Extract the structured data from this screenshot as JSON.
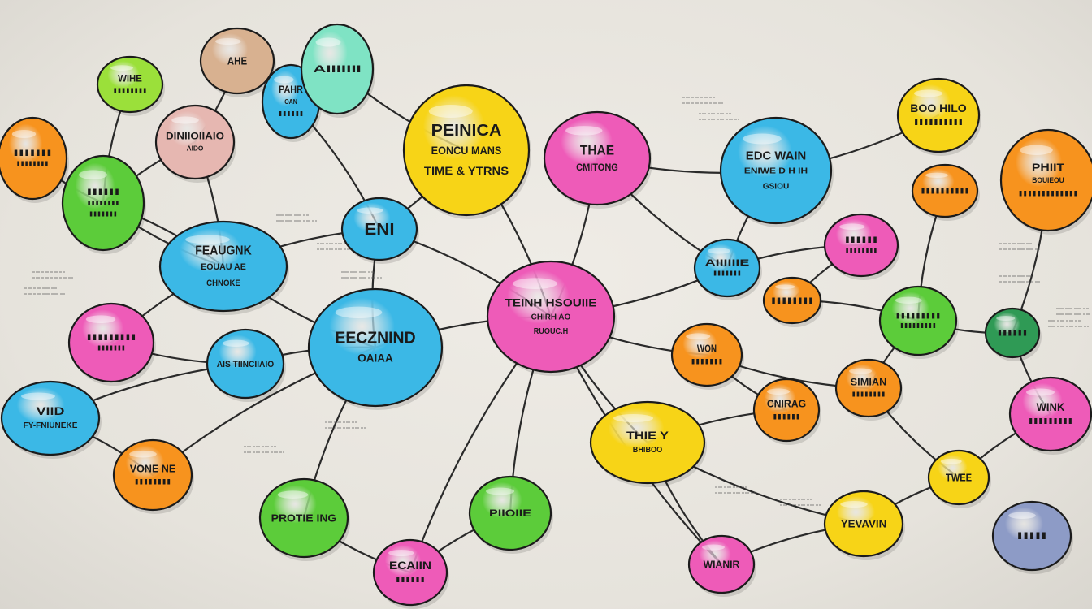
{
  "title": "Mind map",
  "palette": {
    "yellow": "#f7d417",
    "pink": "#ee5bb8",
    "blue": "#3bb8e6",
    "orange": "#f7931e",
    "green": "#5ccc3a",
    "lime": "#9be03a",
    "tan": "#d8b190",
    "teal": "#7fe3c4",
    "rose": "#e6b7b1",
    "darkgreen": "#2f9a55",
    "slate": "#8d9bc6"
  },
  "nodes": [
    {
      "color": "lime",
      "lines": [
        "WIHE",
        "IIIIIIII"
      ]
    },
    {
      "color": "tan",
      "lines": [
        "AHE"
      ]
    },
    {
      "color": "blue",
      "lines": [
        "PAHR",
        "OAN",
        "IIIIII"
      ]
    },
    {
      "color": "teal",
      "lines": [
        "AIIIIIII"
      ]
    },
    {
      "color": "rose",
      "lines": [
        "DINIIOIIAIO",
        "AIDO"
      ]
    },
    {
      "color": "orange",
      "lines": [
        "IIIIIII",
        "IIIIIIII"
      ]
    },
    {
      "color": "green",
      "lines": [
        "IIIIII",
        "IIIIIIII",
        "IIIIIII"
      ]
    },
    {
      "color": "yellow",
      "lines": [
        "PEINICA",
        "EONCU MANS",
        "TIME & YTRNS"
      ]
    },
    {
      "color": "pink",
      "lines": [
        "THAE",
        "CMITONG"
      ]
    },
    {
      "color": "blue",
      "lines": [
        "ENI"
      ]
    },
    {
      "color": "blue",
      "lines": [
        "FEAUGNK",
        "EOUAU AE",
        "CHNOKE"
      ]
    },
    {
      "color": "blue",
      "lines": [
        "EDC WAIN",
        "ENIWE D H IH",
        "GSIOU"
      ]
    },
    {
      "color": "yellow",
      "lines": [
        "BOO HILO",
        "IIIIIIIIII"
      ]
    },
    {
      "color": "orange",
      "lines": [
        "PHIIT",
        "BOUIEOU",
        "IIIIIIIIIIIII"
      ]
    },
    {
      "color": "orange",
      "lines": [
        "IIIIIIIIII"
      ]
    },
    {
      "color": "pink",
      "lines": [
        "IIIIII",
        "IIIIIIII"
      ]
    },
    {
      "color": "blue",
      "lines": [
        "AIIIIIIE",
        "IIIIIII"
      ]
    },
    {
      "color": "pink",
      "lines": [
        "TEINH HSOUIIE",
        "CHIRH AO",
        "RUOUC.H"
      ]
    },
    {
      "color": "blue",
      "lines": [
        "EECZNIND",
        "OAIAA"
      ]
    },
    {
      "color": "pink",
      "lines": [
        "IIIIIIIII",
        "IIIIIII"
      ]
    },
    {
      "color": "blue",
      "lines": [
        "AIS TIINCIIAIO"
      ]
    },
    {
      "color": "orange",
      "lines": [
        "IIIIIIII"
      ]
    },
    {
      "color": "green",
      "lines": [
        "IIIIIIIII",
        "IIIIIIIII"
      ]
    },
    {
      "color": "darkgreen",
      "lines": [
        "IIIIII"
      ]
    },
    {
      "color": "orange",
      "lines": [
        "WON",
        "IIIIIII"
      ]
    },
    {
      "color": "blue",
      "lines": [
        "VIID",
        "FY-FNIUNEKE"
      ]
    },
    {
      "color": "yellow",
      "lines": [
        "THIE Y",
        "BHIBOO"
      ]
    },
    {
      "color": "orange",
      "lines": [
        "CNIRAG",
        "IIIIII"
      ]
    },
    {
      "color": "orange",
      "lines": [
        "SIMIAN",
        "IIIIIIII"
      ]
    },
    {
      "color": "pink",
      "lines": [
        "WINK",
        "IIIIIIIII"
      ]
    },
    {
      "color": "orange",
      "lines": [
        "VONE NE",
        "IIIIIIII"
      ]
    },
    {
      "color": "green",
      "lines": [
        "PROTIE ING"
      ]
    },
    {
      "color": "green",
      "lines": [
        "PIIOIIE"
      ]
    },
    {
      "color": "pink",
      "lines": [
        "ECAIIN",
        "IIIIII"
      ]
    },
    {
      "color": "yellow",
      "lines": [
        "TWEE"
      ]
    },
    {
      "color": "yellow",
      "lines": [
        "YEVAVIN"
      ]
    },
    {
      "color": "pink",
      "lines": [
        "WIANIR"
      ]
    },
    {
      "color": "slate",
      "lines": [
        "IIIII"
      ]
    }
  ]
}
